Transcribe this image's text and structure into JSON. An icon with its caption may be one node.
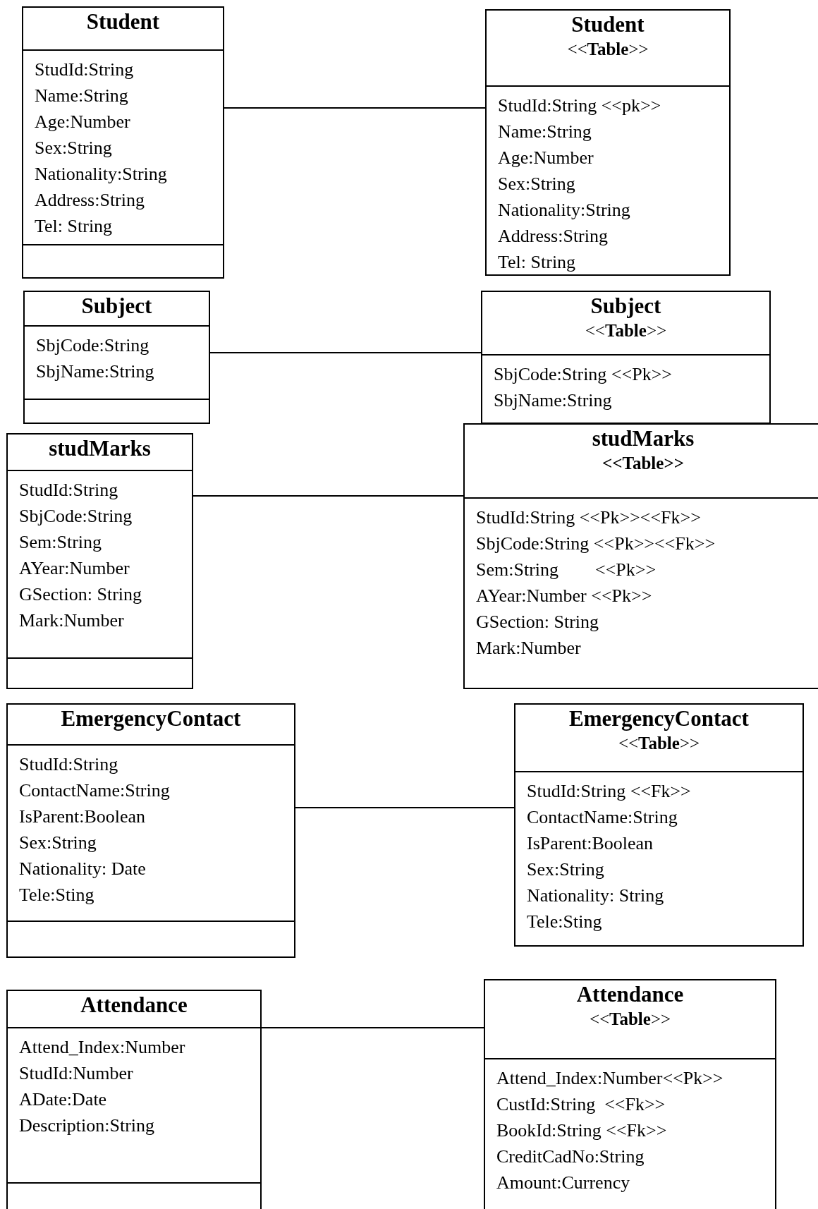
{
  "diagram": {
    "nodes": [
      {
        "text": [
          "Student"
        ]
      },
      {
        "text": [
          "StudId:String",
          "Name:String",
          "Age:Number",
          "Sex:String",
          "Nationality:String",
          "Address:String",
          "Tel: String"
        ],
        "in": 0
      },
      {
        "text": [],
        "shape": "box",
        "in": 0
      },
      {
        "text": [
          "Student",
          "<<**Table**>>"
        ]
      },
      {
        "text": [
          "StudId:String <<pk>>",
          "Name:String",
          "Age:Number",
          "Sex:String",
          "Nationality:String",
          "Address:String",
          "Tel: String"
        ],
        "in": 3
      },
      {
        "text": [
          "Subject"
        ]
      },
      {
        "text": [
          "SbjCode:String",
          "SbjName:String"
        ],
        "in": 5
      },
      {
        "text": [],
        "shape": "box",
        "in": 5
      },
      {
        "text": [
          "Subject",
          "<<**Table**>>"
        ]
      },
      {
        "text": [
          "SbjCode:String <<Pk>>",
          "SbjName:String"
        ],
        "in": 8
      },
      {
        "text": [
          "studMarks"
        ]
      },
      {
        "text": [
          "StudId:String",
          "SbjCode:String",
          "Sem:String",
          "AYear:Number",
          "GSection: String",
          "Mark:Number"
        ],
        "in": 10
      },
      {
        "text": [],
        "shape": "box",
        "in": 10
      },
      {
        "text": [
          "studMarks",
          "**<<Table>>**"
        ]
      },
      {
        "text": [
          "StudId:String <<Pk>><<Fk>>",
          "SbjCode:String <<Pk>><<Fk>>",
          "Sem:String        <<Pk>>",
          "AYear:Number <<Pk>>",
          "GSection: String",
          "Mark:Number"
        ],
        "in": 13
      },
      {
        "text": [
          "EmergencyContact"
        ]
      },
      {
        "text": [
          "StudId:String",
          "ContactName:String",
          "IsParent:Boolean",
          "Sex:String",
          "Nationality: Date",
          "Tele:Sting"
        ],
        "in": 15
      },
      {
        "text": [],
        "shape": "box",
        "in": 15
      },
      {
        "text": [
          "EmergencyContact",
          "<<**Table**>>"
        ]
      },
      {
        "text": [
          "StudId:String <<Fk>>",
          "ContactName:String",
          "IsParent:Boolean",
          "Sex:String",
          "Nationality: String",
          "Tele:Sting"
        ],
        "in": 18
      },
      {
        "text": [
          "Attendance"
        ]
      },
      {
        "text": [
          "Attend_Index:Number",
          "StudId:Number",
          "ADate:Date",
          "Description:String"
        ],
        "in": 20
      },
      {
        "text": [],
        "shape": "box",
        "in": 20
      },
      {
        "text": [
          "Attendance",
          "<<**Table**>>"
        ]
      },
      {
        "text": [
          "Attend_Index:Number<<Pk>>",
          "CustId:String  <<Fk>>",
          "BookId:String <<Fk>>",
          "CreditCadNo:String",
          "Amount:Currency"
        ],
        "in": 23
      }
    ],
    "edges": [
      {
        "from": 0,
        "to": 3,
        "arrow": "none"
      },
      {
        "from": 5,
        "to": 8,
        "arrow": "none"
      },
      {
        "from": 10,
        "to": 13,
        "arrow": "none"
      },
      {
        "from": 15,
        "to": 18,
        "arrow": "none"
      },
      {
        "from": 20,
        "to": 23,
        "arrow": "none"
      }
    ]
  }
}
